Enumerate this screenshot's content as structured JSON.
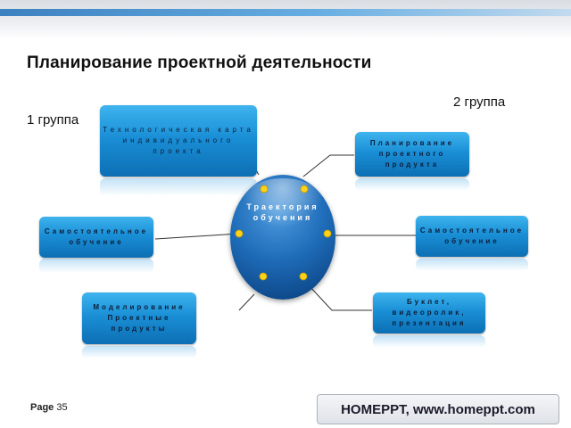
{
  "slide": {
    "title": "Планирование проектной деятельности",
    "group1": "1 группа",
    "group2": "2 группа"
  },
  "center": {
    "label": "Траектория обучения"
  },
  "boxes": {
    "tech_map": "Технологическая карта индивидуального проекта",
    "self_study_left": "Самостоятельное обучение",
    "modeling": "Моделирование Проектные продукты",
    "planning_product": "Планирование проектного продукта",
    "self_study_right": "Самостоятельное обучение",
    "booklet": "Буклет, видеоролик, презентация"
  },
  "footer": {
    "page_label": "Page",
    "page_glyph": "",
    "page_number": "35",
    "watermark": "HOMEPPT, www.homeppt.com"
  },
  "colors": {
    "box": "#1a8fd6",
    "globe": "#1f6cb9",
    "dot": "#ffd21a"
  }
}
